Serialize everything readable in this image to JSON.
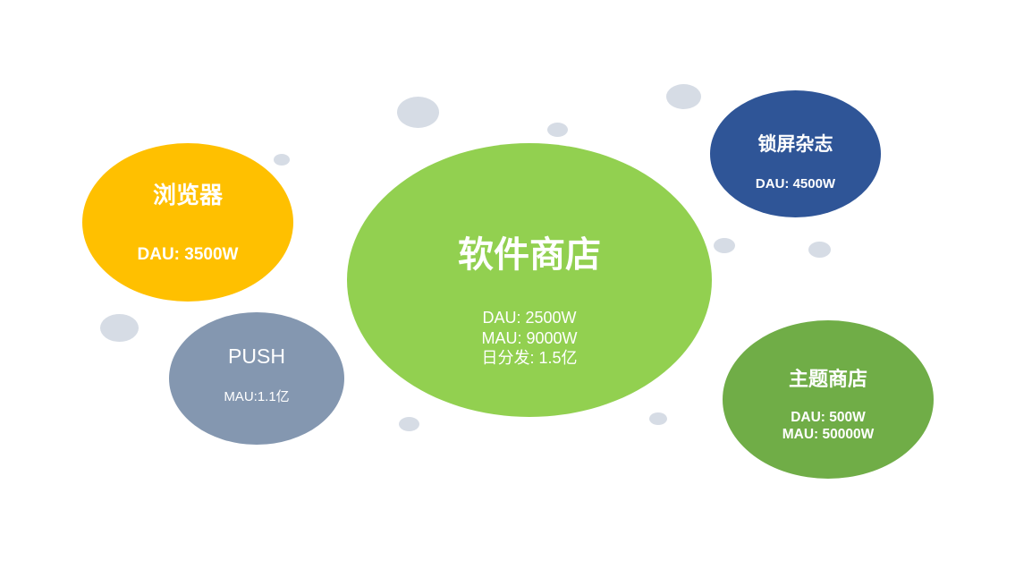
{
  "colors": {
    "browser": "#FFC000",
    "push": "#8497B0",
    "app_store": "#92D050",
    "lockscreen": "#2F5597",
    "theme_store": "#70AD47",
    "decorative_dot": "#D6DCE5"
  },
  "bubbles": {
    "browser": {
      "title": "浏览器",
      "stats": [
        "DAU: 3500W"
      ]
    },
    "push": {
      "title": "PUSH",
      "stats": [
        "MAU:1.1亿"
      ]
    },
    "app_store": {
      "title": "软件商店",
      "stats": [
        "DAU: 2500W",
        "MAU: 9000W",
        "日分发: 1.5亿"
      ]
    },
    "lockscreen": {
      "title": "锁屏杂志",
      "stats": [
        "DAU: 4500W"
      ]
    },
    "theme_store": {
      "title": "主题商店",
      "stats": [
        "DAU: 500W",
        "MAU: 50000W"
      ]
    }
  }
}
